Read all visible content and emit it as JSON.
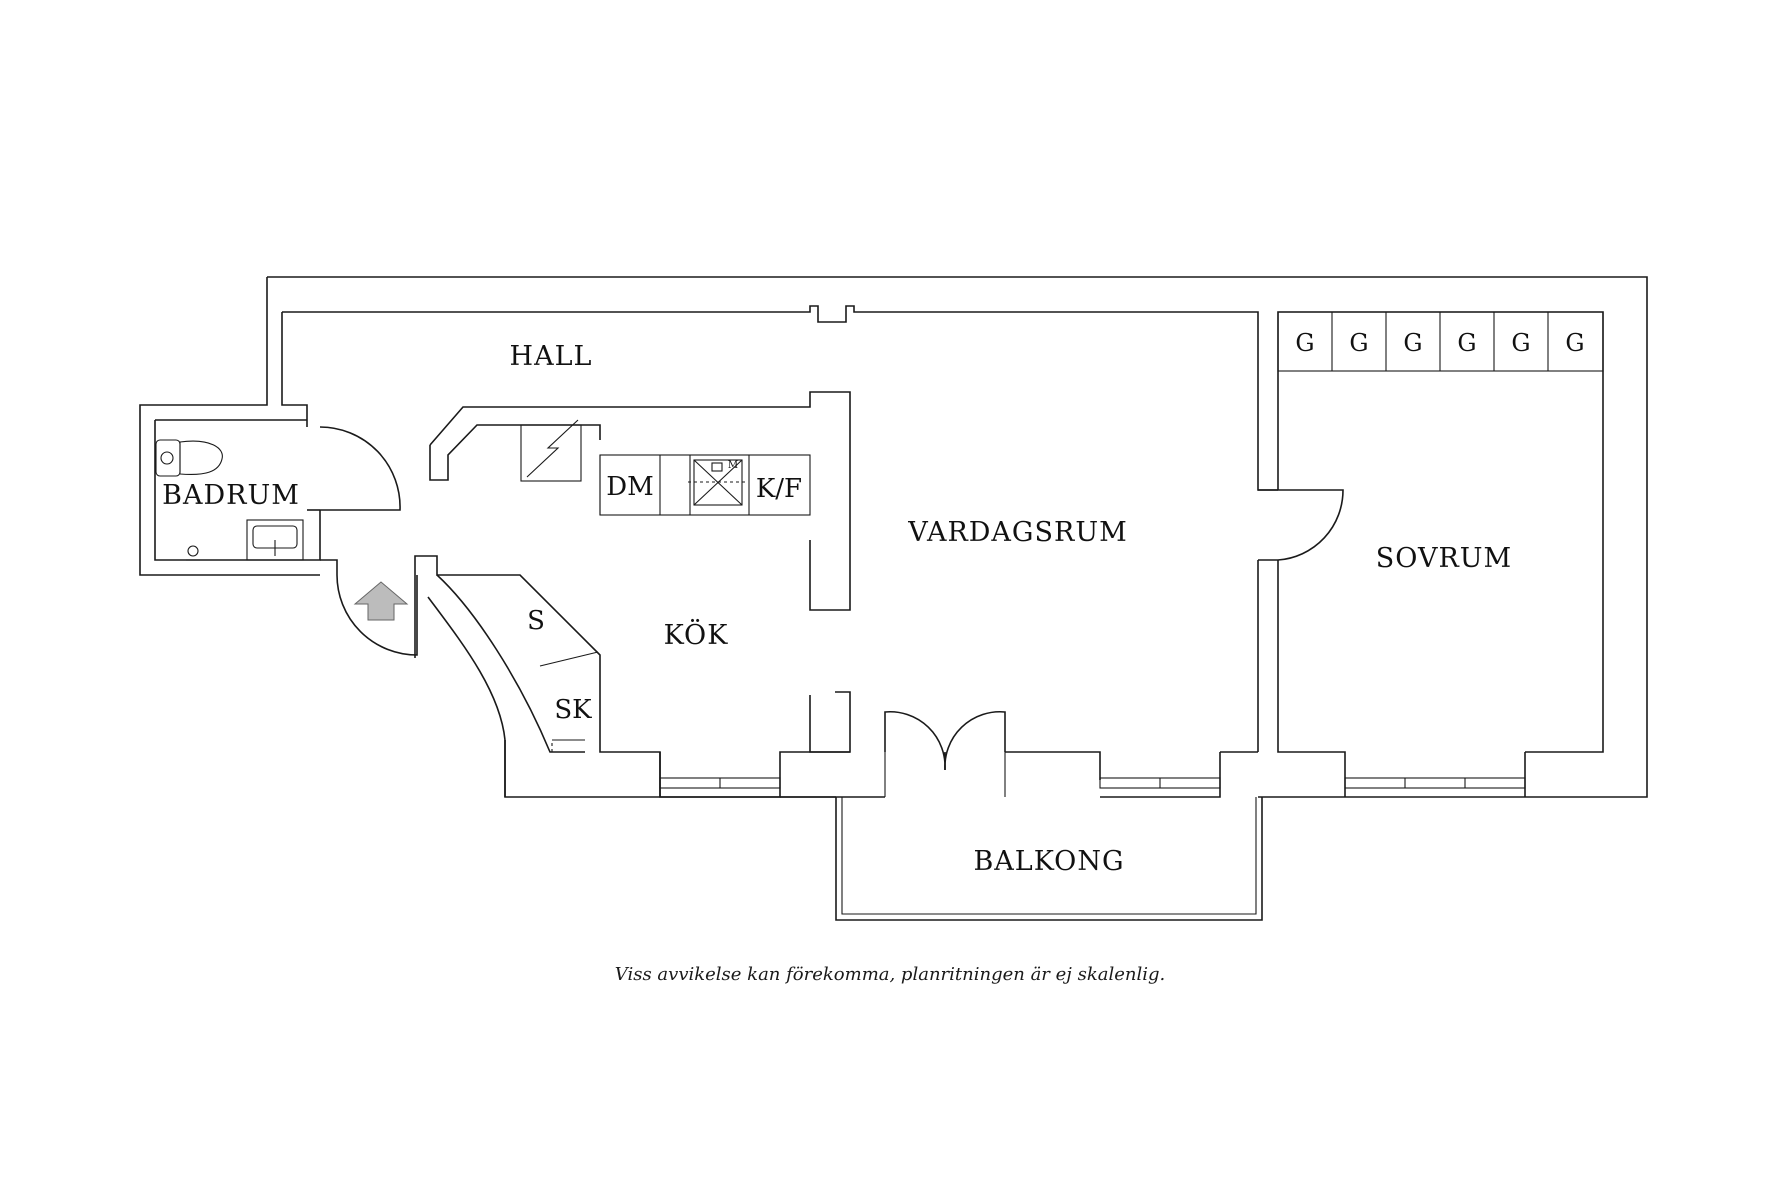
{
  "rooms": {
    "hall": "HALL",
    "badrum": "BADRUM",
    "kok": "KÖK",
    "vardagsrum": "VARDAGSRUM",
    "sovrum": "SOVRUM",
    "balkong": "BALKONG"
  },
  "fixtures": {
    "dishwasher": "DM",
    "fridge_freezer": "K/F",
    "stove_mark": "M",
    "storage": "S",
    "closet": "SK",
    "wardrobes": [
      "G",
      "G",
      "G",
      "G",
      "G",
      "G"
    ]
  },
  "disclaimer": "Viss avvikelse kan förekomma, planritningen är ej skalenlig."
}
